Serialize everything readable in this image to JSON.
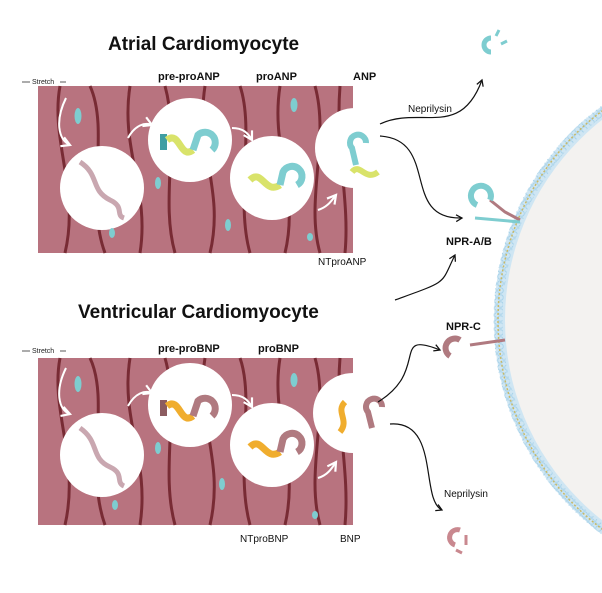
{
  "colors": {
    "muscle": "#b8737f",
    "fiber": "#6e1f28",
    "teal": "#7ecdd0",
    "yellow": "#d9e36a",
    "orange": "#f0ad2e",
    "mauve": "#b07a80",
    "membrane": "#b9dcef"
  },
  "atrial": {
    "title": "Atrial Cardiomyocyte",
    "stretch": "Stretch",
    "pre_pro": "pre-proANP",
    "pro": "proANP",
    "mature": "ANP",
    "nt": "NTproANP"
  },
  "ventricular": {
    "title": "Ventricular Cardiomyocyte",
    "stretch": "Stretch",
    "pre_pro": "pre-proBNP",
    "pro": "proBNP",
    "mature": "BNP",
    "nt": "NTproBNP"
  },
  "pathways": {
    "neprilysin_top": "Neprilysin",
    "neprilysin_bottom": "Neprilysin",
    "npr_ab": "NPR-A/B",
    "npr_c": "NPR-C"
  }
}
